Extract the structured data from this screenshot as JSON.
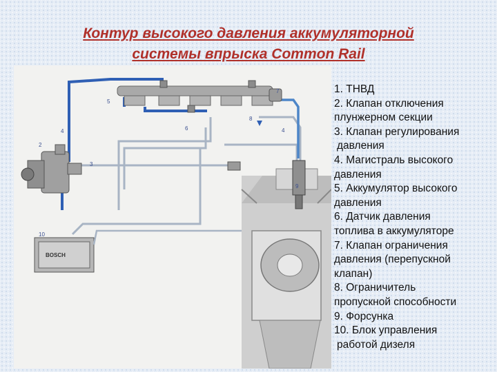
{
  "title": {
    "line1": "Контур высокого давления аккумуляторной",
    "line2": "системы впрыска Common Rail"
  },
  "legend": [
    "1. ТНВД",
    "2. Клапан отключения",
    "плунжерном секции",
    "3. Клапан регулирования",
    " давления",
    "4. Магистраль высокого",
    "давления",
    "5. Аккумулятор высокого",
    "давления",
    "6. Датчик давления",
    "топлива в аккумуляторе",
    "7. Клапан ограничения",
    "давления (перепускной",
    "клапан)",
    "8. Ограничитель",
    "пропускной способности",
    "9. Форсунка",
    "10. Блок управления",
    " работой дизеля"
  ],
  "diagram": {
    "labels": {
      "n2": "2",
      "n3": "3",
      "n4a": "4",
      "n4b": "4",
      "n5": "5",
      "n6": "6",
      "n7": "7",
      "n8": "8",
      "n9": "9",
      "n10": "10"
    },
    "ecu_brand": "BOSCH",
    "colors": {
      "high_pressure": "#2f5fb4",
      "return_line": "#9fc6e6",
      "component": "#a9a9a9",
      "title": "#b0302a"
    }
  }
}
